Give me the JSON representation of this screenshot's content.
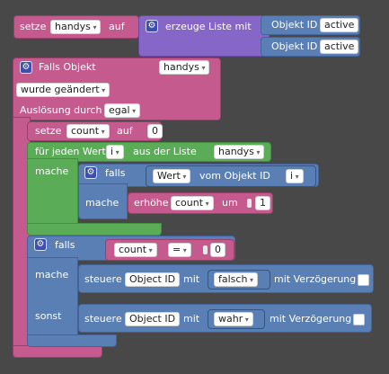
{
  "top": {
    "set_label": "setze",
    "var": "handys",
    "on_label": "auf",
    "create_list_label": "erzeuge Liste mit",
    "object_id_label": "Objekt ID",
    "item1": "active",
    "item2": "active"
  },
  "trigger": {
    "if_object_label": "Falls Objekt",
    "object": "handys",
    "changed": "wurde geändert",
    "trigger_label": "Auslösung durch",
    "trigger_value": "egal"
  },
  "set_count": {
    "label": "setze",
    "var": "count",
    "on_label": "auf",
    "value": "0"
  },
  "foreach": {
    "label": "für jeden Wert",
    "var": "i",
    "from_list_label": "aus der Liste",
    "list": "handys",
    "do_label": "mache"
  },
  "inner_if": {
    "if_label": "falls",
    "value_dd": "Wert",
    "from_object_label": "vom Objekt ID",
    "object_var": "i",
    "do_label": "mache",
    "increment_label": "erhöhe",
    "inc_var": "count",
    "by_label": "um",
    "inc_value": "1"
  },
  "outer_if": {
    "if_label": "falls",
    "cmp_var": "count",
    "operator": "=",
    "cmp_value": "0",
    "do_label": "mache",
    "else_label": "sonst",
    "control_label": "steuere",
    "object_id_label": "Object ID",
    "with_label": "mit",
    "value_false": "falsch",
    "value_true": "wahr",
    "delay_label": "mit Verzögerung"
  }
}
